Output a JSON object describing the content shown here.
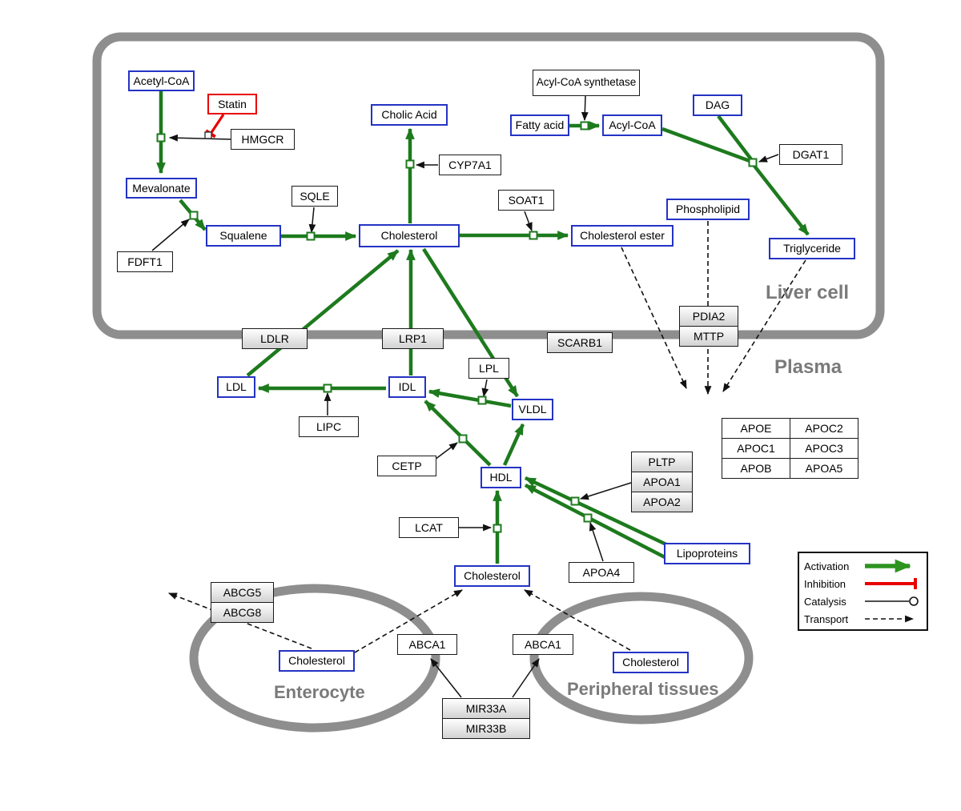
{
  "compartments": {
    "liver": "Liver cell",
    "plasma": "Plasma",
    "enterocyte": "Enterocyte",
    "peripheral": "Peripheral tissues"
  },
  "nodes": {
    "acetyl_coa": "Acetyl-CoA",
    "statin": "Statin",
    "hmgcr": "HMGCR",
    "mevalonate": "Mevalonate",
    "fdft1": "FDFT1",
    "squalene": "Squalene",
    "sqle": "SQLE",
    "cholesterol": "Cholesterol",
    "cholic_acid": "Cholic Acid",
    "cyp7a1": "CYP7A1",
    "soat1": "SOAT1",
    "cholesterol_ester": "Cholesterol ester",
    "acyl_coa_synthetase": "Acyl-CoA synthetase",
    "fatty_acid": "Fatty acid",
    "acyl_coa": "Acyl-CoA",
    "dag": "DAG",
    "dgat1": "DGAT1",
    "phospholipid": "Phospholipid",
    "triglyceride": "Triglyceride",
    "ldlr": "LDLR",
    "lrp1": "LRP1",
    "scarb1": "SCARB1",
    "pdia2": "PDIA2",
    "mttp": "MTTP",
    "ldl": "LDL",
    "idl": "IDL",
    "lipc": "LIPC",
    "lpl": "LPL",
    "vldl": "VLDL",
    "cetp": "CETP",
    "hdl": "HDL",
    "lcat": "LCAT",
    "pltp": "PLTP",
    "apoa1": "APOA1",
    "apoa2": "APOA2",
    "apoa4": "APOA4",
    "lipoproteins": "Lipoproteins",
    "abcg5": "ABCG5",
    "abcg8": "ABCG8",
    "abca1": "ABCA1",
    "mir33a": "MIR33A",
    "mir33b": "MIR33B"
  },
  "apo_table": [
    [
      "APOE",
      "APOC2"
    ],
    [
      "APOC1",
      "APOC3"
    ],
    [
      "APOB",
      "APOA5"
    ]
  ],
  "legend": {
    "activation": "Activation",
    "inhibition": "Inhibition",
    "catalysis": "Catalysis",
    "transport": "Transport"
  },
  "colors": {
    "activation_green": "#1d7a1d",
    "inhibition_red": "#e80000",
    "metabolite_blue": "#2433c4",
    "membrane_gray": "#8e8e8e"
  }
}
